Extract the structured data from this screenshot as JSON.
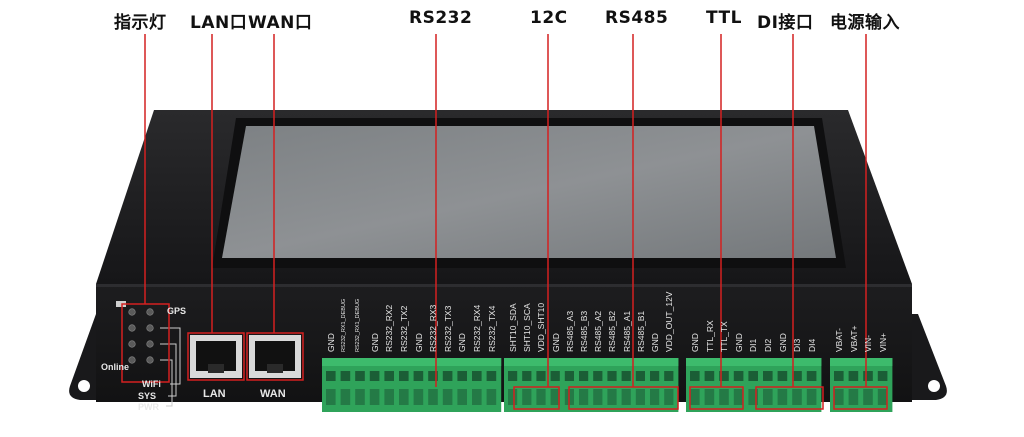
{
  "callouts": {
    "indicator": "指示灯",
    "lan": "LAN口",
    "wan": "WAN口",
    "rs232": "RS232",
    "i2c": "12C",
    "rs485": "RS485",
    "ttl": "TTL",
    "di": "DI接口",
    "power": "电源输入"
  },
  "leds": {
    "gps": "GPS",
    "online": "Online",
    "wifi": "WiFi",
    "sys": "SYS",
    "pwr": "PWR"
  },
  "ports": {
    "lan": "LAN",
    "wan": "WAN"
  },
  "pins": {
    "block1": [
      "GND",
      "RS232_RX1_DEBUG",
      "RS232_RX1_DEBUG",
      "GND",
      "RS232_RX2",
      "RS232_TX2",
      "GND",
      "RS232_RX3",
      "RS232_TX3",
      "GND",
      "RS232_RX4",
      "RS232_TX4"
    ],
    "block2": [
      "SHT10_SDA",
      "SHT10_SCA",
      "VDD_SHT10",
      "GND",
      "RS485_A3",
      "RS485_B3",
      "RS485_A2",
      "RS485_B2",
      "RS485_A1",
      "RS485_B1",
      "GND",
      "VDD_OUT_12V"
    ],
    "block3": [
      "GND",
      "TTL_RX",
      "TTL_TX",
      "GND",
      "DI1",
      "DI2",
      "GND",
      "DI3",
      "DI4"
    ],
    "block4": [
      "VBAT-",
      "VBAT+",
      "VIN-",
      "VIN+"
    ]
  },
  "colors": {
    "callout_line": "#d42020",
    "terminal_green": "#2fa35a",
    "chassis": "#1e1e20",
    "screen": "#8a8d90"
  }
}
